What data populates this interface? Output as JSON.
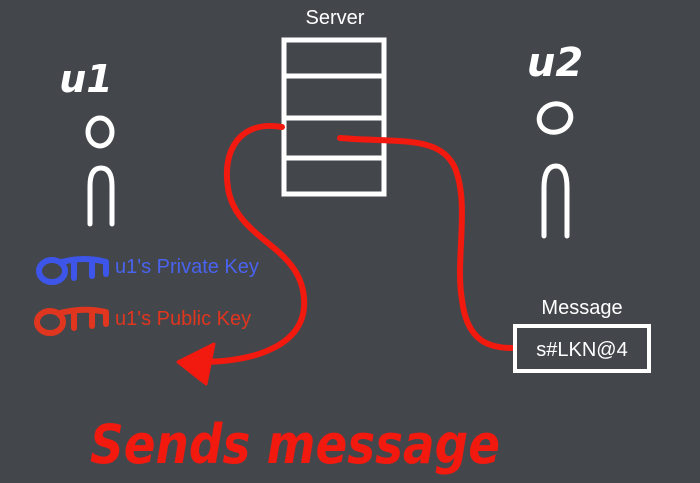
{
  "server": {
    "label": "Server"
  },
  "users": {
    "u1": {
      "label": "u1"
    },
    "u2": {
      "label": "u2"
    }
  },
  "keys": {
    "private": {
      "label": "u1's Private Key",
      "color": "#3d55e8"
    },
    "public": {
      "label": "u1's Public Key",
      "color": "#e0351f"
    }
  },
  "message": {
    "heading": "Message",
    "value": "s#LKN@4"
  },
  "caption": {
    "text": "Sends message",
    "color": "#f2190f"
  },
  "colors": {
    "background": "#43474c",
    "foreground": "#ffffff",
    "arrow": "#f2190f"
  },
  "icons": [
    "server-rack-icon",
    "stick-figure-icon",
    "key-icon",
    "arrow-icon"
  ]
}
